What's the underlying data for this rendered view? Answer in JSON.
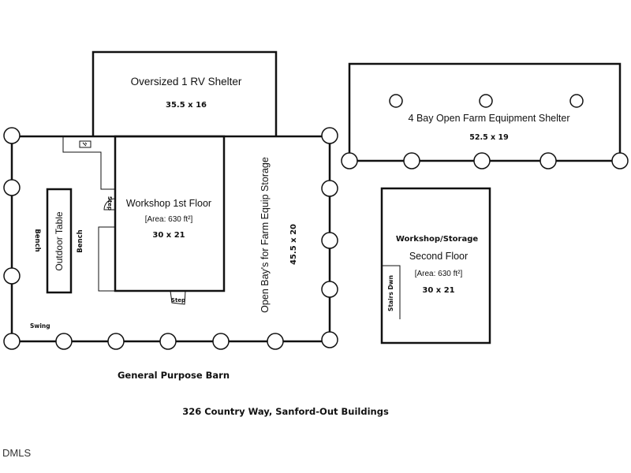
{
  "rv_shelter": {
    "title": "Oversized 1 RV Shelter",
    "dimensions": "35.5 x 16"
  },
  "equipment_shelter": {
    "title": "4 Bay Open Farm Equipment Shelter",
    "dimensions": "52.5 x 19"
  },
  "workshop_first_floor": {
    "title": "Workshop 1st Floor",
    "area": "[Area: 630 ft²]",
    "dimensions": "30 x 21",
    "step_top": "Step",
    "step_bottom": "Step"
  },
  "open_bays": {
    "title": "Open Bay's for Farm Equip Storage",
    "dimensions": "45.5 x 20"
  },
  "outdoor_area": {
    "table": "Outdoor Table",
    "bench_left": "Bench",
    "bench_right": "Bench",
    "swing": "Swing"
  },
  "workshop_second_floor": {
    "title_line1": "Workshop/Storage",
    "title_line2": "Second Floor",
    "area": "[Area: 630 ft²]",
    "dimensions": "30 x 21",
    "stairs": "Stairs Dwn"
  },
  "barn_label": "General Purpose Barn",
  "caption": "326 Country Way, Sanford-Out Buildings",
  "watermark": "DMLS"
}
